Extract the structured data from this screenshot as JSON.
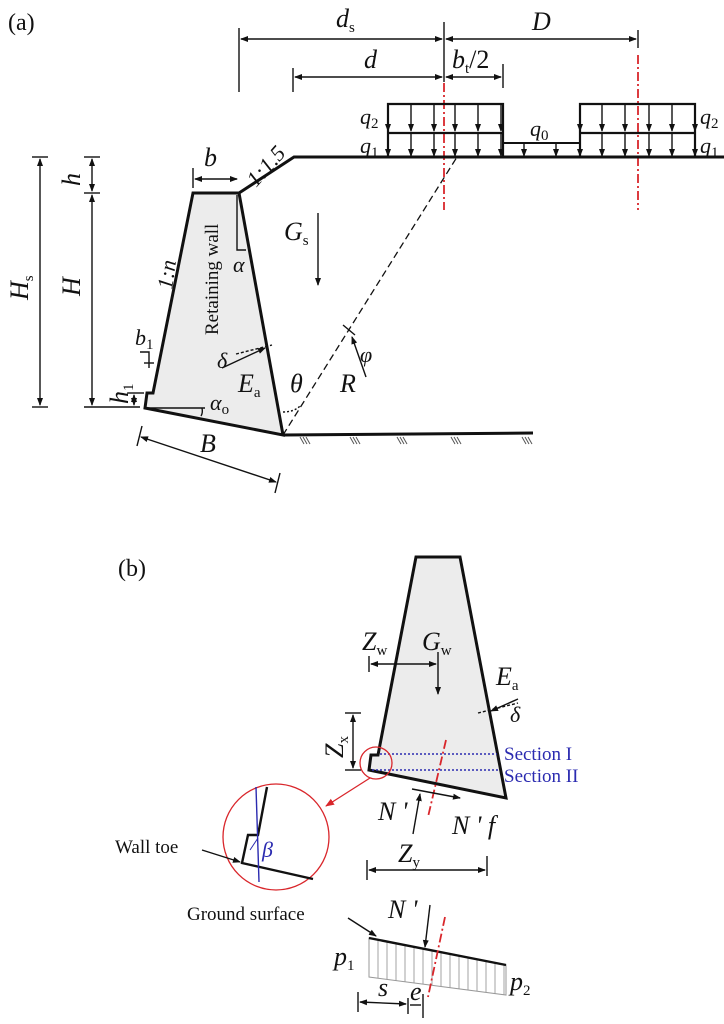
{
  "panel_a": {
    "label": "(a)",
    "ds": {
      "main": "d",
      "sub": "s"
    },
    "D": "D",
    "d": "d",
    "bt2": {
      "main": "b",
      "sub": "t",
      "tail": "/2"
    },
    "q2_left": {
      "main": "q",
      "sub": "2"
    },
    "q1_left": {
      "main": "q",
      "sub": "1"
    },
    "q0": {
      "main": "q",
      "sub": "0"
    },
    "q2_right": {
      "main": "q",
      "sub": "2"
    },
    "q1_right": {
      "main": "q",
      "sub": "1"
    },
    "b": "b",
    "slope": "1:1.5",
    "Hs": {
      "main": "H",
      "sub": "s"
    },
    "H": "H",
    "h": "h",
    "h1": {
      "main": "h",
      "sub": "1"
    },
    "b1": {
      "main": "b",
      "sub": "1"
    },
    "n_slope": "1:n",
    "wall_text": "Retaining wall",
    "alpha": "α",
    "Gs": {
      "main": "G",
      "sub": "s"
    },
    "delta": "δ",
    "Ea": {
      "main": "E",
      "sub": "a"
    },
    "theta": "θ",
    "R": "R",
    "phi": "φ",
    "alpha0": {
      "main": "α",
      "sub": "o"
    },
    "B": "B"
  },
  "panel_b": {
    "label": "(b)",
    "Zw": {
      "main": "Z",
      "sub": "w"
    },
    "Gw": {
      "main": "G",
      "sub": "w"
    },
    "Ea": {
      "main": "E",
      "sub": "a"
    },
    "delta": "δ",
    "Zx": {
      "main": "Z",
      "sub": "x"
    },
    "section1": "Section I",
    "section2": "Section II",
    "Nprime": "N '",
    "Nprime_f": "N ' f",
    "Zy": {
      "main": "Z",
      "sub": "y"
    },
    "beta": "β",
    "wall_toe": "Wall toe",
    "ground_surface": "Ground surface",
    "Nprime2": "N '",
    "p1": {
      "main": "p",
      "sub": "1"
    },
    "p2": {
      "main": "p",
      "sub": "2"
    },
    "s": "s",
    "e": "e"
  },
  "colors": {
    "line": "#111111",
    "centerline": "#d9262b",
    "section": "#2b2bb0",
    "wall_fill": "#ececec"
  }
}
